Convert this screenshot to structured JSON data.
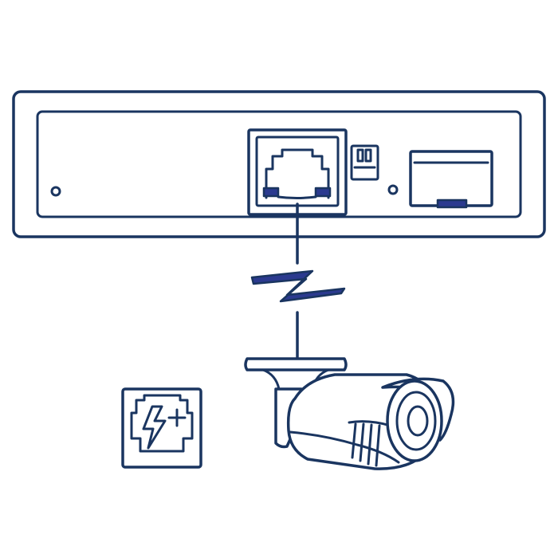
{
  "diagram": {
    "colors": {
      "line": "#1a3560",
      "accent": "#2b3a8f",
      "background": "#ffffff"
    },
    "components": {
      "switch_device": "network-switch",
      "rj45_port": "ethernet-port",
      "dip_switch": "dip-switch",
      "sfp_port": "sfp-port",
      "link": "wireless-lightning-link",
      "camera": "bullet-ip-camera",
      "poe_badge": "poe-plus-icon"
    }
  }
}
